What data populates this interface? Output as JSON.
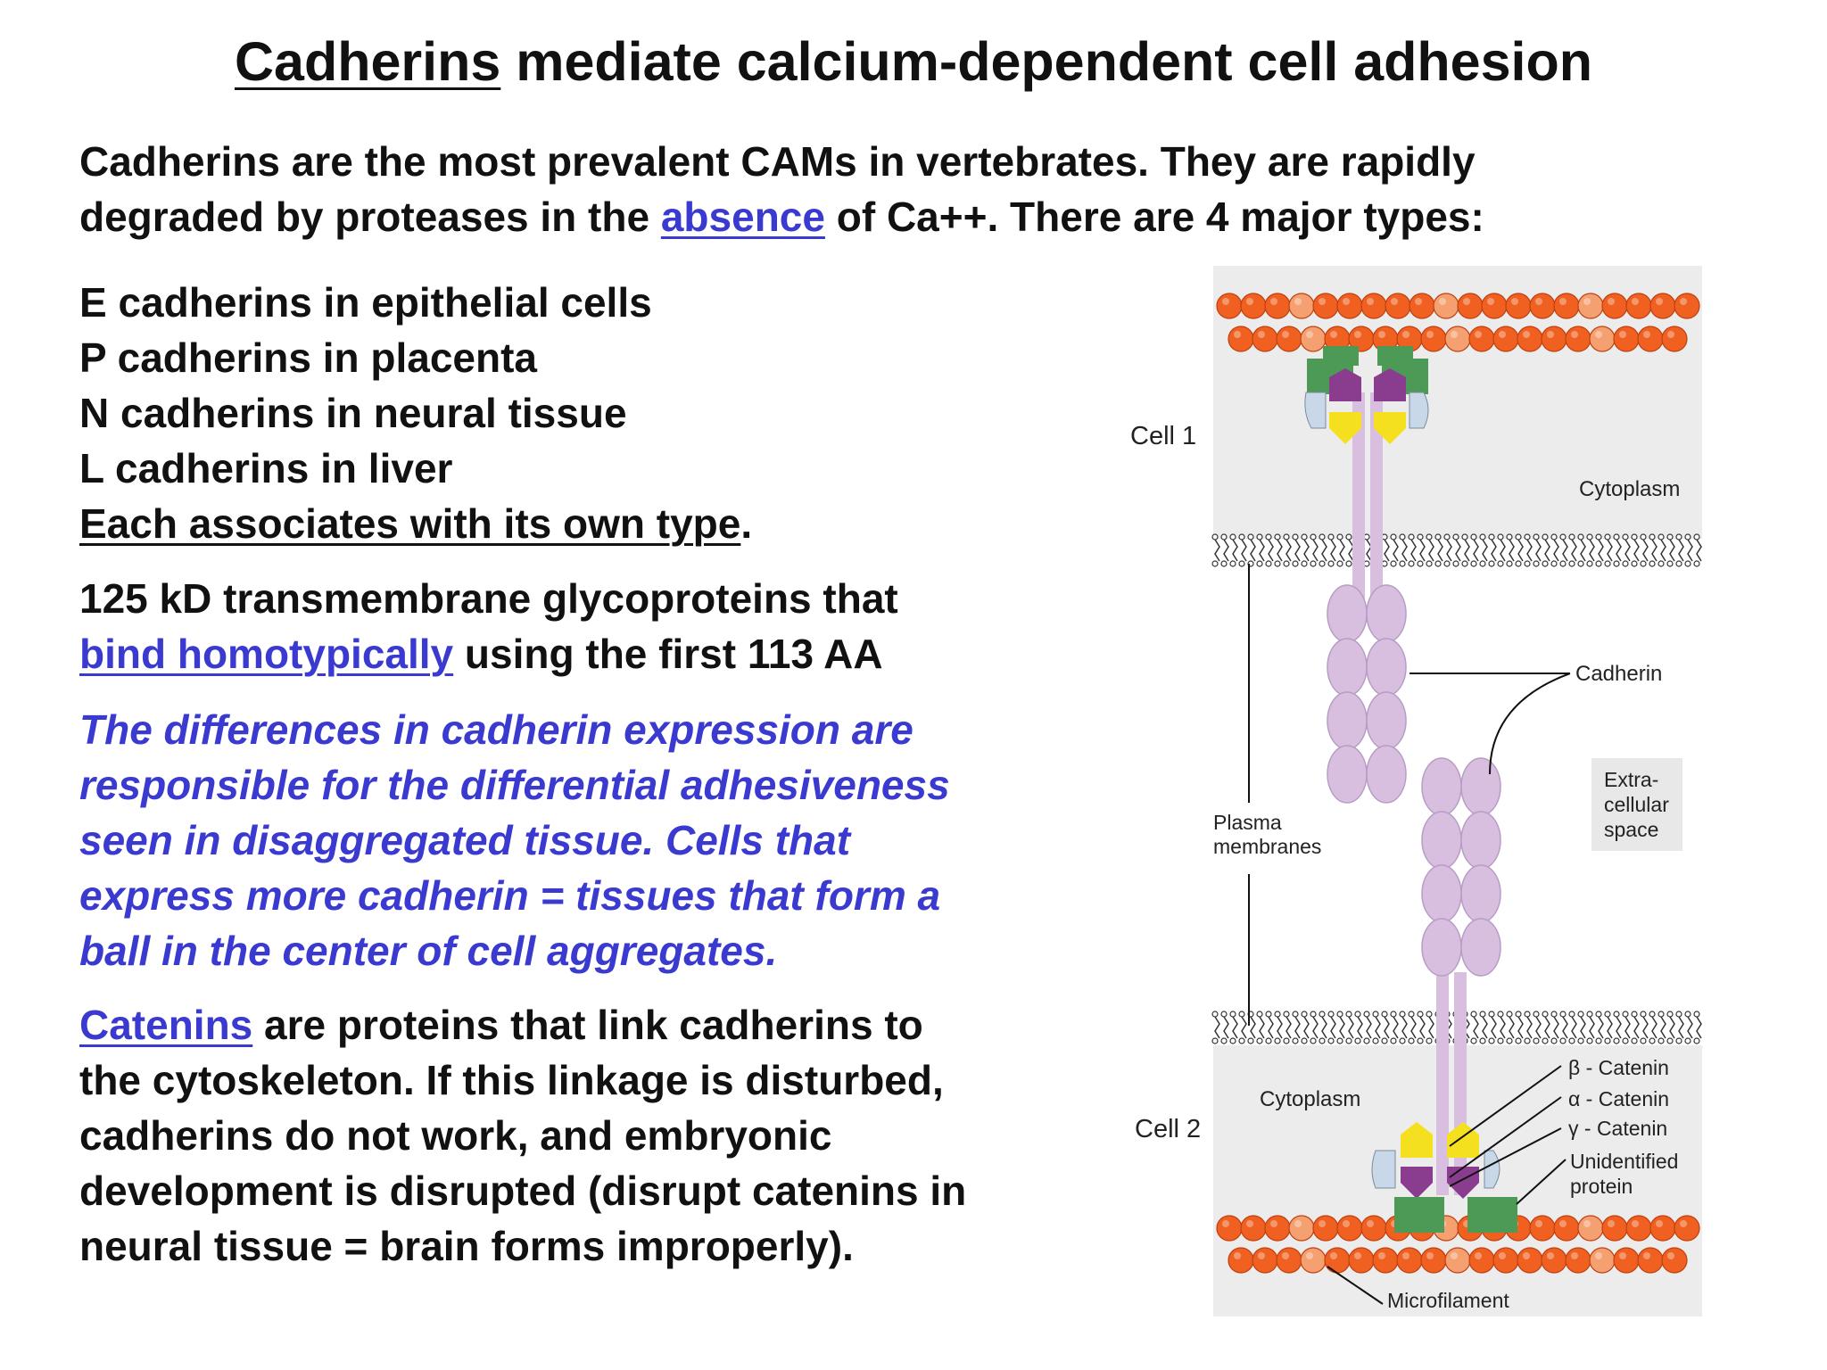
{
  "title": {
    "underlined_word": "Cadherins",
    "rest": " mediate calcium-dependent cell adhesion"
  },
  "intro": {
    "line1": "Cadherins are the most prevalent CAMs in vertebrates. They are rapidly",
    "line2_before": "degraded by proteases in the ",
    "line2_link": "absence",
    "line2_after": " of Ca++. There are 4 major types:"
  },
  "types": [
    "E cadherins in epithelial cells",
    "P cadherins in placenta",
    "N cadherins in neural tissue",
    "L cadherins in liver"
  ],
  "types_note": {
    "underlined": "Each associates with its own type",
    "after": "."
  },
  "glyco": {
    "line1": "125 kD transmembrane glycoproteins that",
    "line2_link": "bind homotypically",
    "line2_after": " using the first 113 AA"
  },
  "italic_lines": [
    "The differences in cadherin expression are",
    "responsible for the differential adhesiveness",
    "seen in disaggregated tissue. Cells that",
    "express more cadherin = tissues that form a",
    "ball in the center of cell aggregates."
  ],
  "catenins": {
    "link": "Catenins",
    "line1_after": " are proteins that link cadherins to",
    "lines": [
      "the cytoskeleton. If this linkage is disturbed,",
      "cadherins do not work, and embryonic",
      "development is disrupted (disrupt catenins in",
      "neural tissue = brain forms improperly)."
    ]
  },
  "diagram": {
    "cell1": "Cell 1",
    "cell2": "Cell 2",
    "cytoplasm_top": "Cytoplasm",
    "cytoplasm_bottom": "Cytoplasm",
    "cadherin": "Cadherin",
    "extracellular": [
      "Extra-",
      "cellular",
      "space"
    ],
    "plasma": [
      "Plasma",
      "membranes"
    ],
    "beta": "β - Catenin",
    "alpha": "α - Catenin",
    "gamma": "γ - Catenin",
    "unidentified": [
      "Unidentified",
      "protein"
    ],
    "microfilament": "Microfilament",
    "colors": {
      "bead": "#f06020",
      "bead_light": "#f5a070",
      "cadherin": "#d8bfe0",
      "green": "#4c9a55",
      "purple": "#8a3d8e",
      "yellow": "#f5e020",
      "lightblue": "#c9d8e8",
      "panel": "#ececec"
    }
  }
}
